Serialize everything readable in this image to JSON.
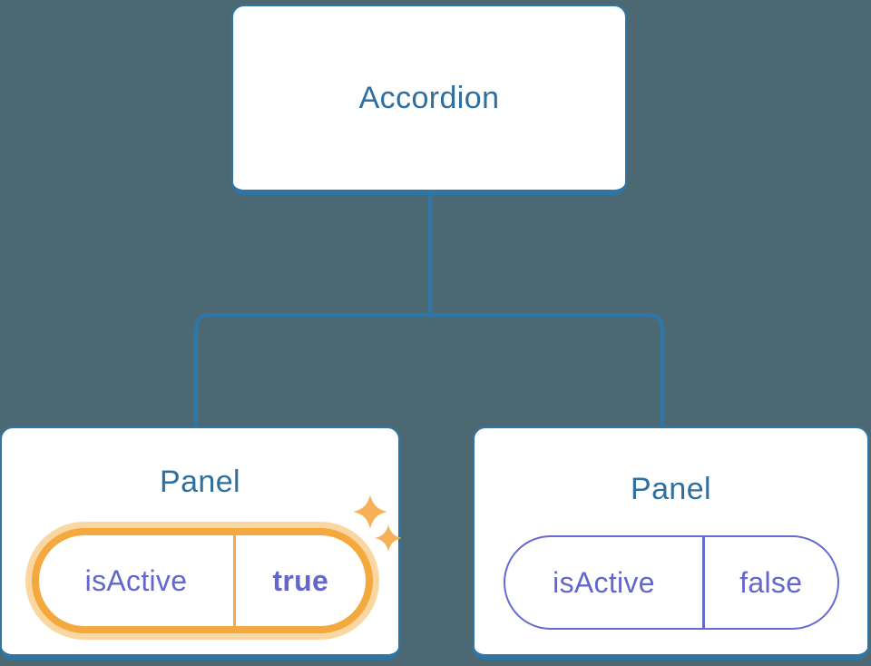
{
  "background_color": "#4C6873",
  "colors": {
    "node_border_blue": "#2F76A7",
    "node_title_blue": "#2E6F9F",
    "state_text_purple": "#6366CB",
    "inactive_border_purple": "#666BD0",
    "active_border_orange": "#F3A93D",
    "active_glow_orange": "#FAD7A0",
    "sparkle_orange": "#F6B157"
  },
  "tree": {
    "root": {
      "label": "Accordion"
    },
    "children": [
      {
        "title": "Panel",
        "state_key": "isActive",
        "state_value": "true",
        "active": true,
        "icon": "sparkles-icon"
      },
      {
        "title": "Panel",
        "state_key": "isActive",
        "state_value": "false",
        "active": false
      }
    ]
  }
}
